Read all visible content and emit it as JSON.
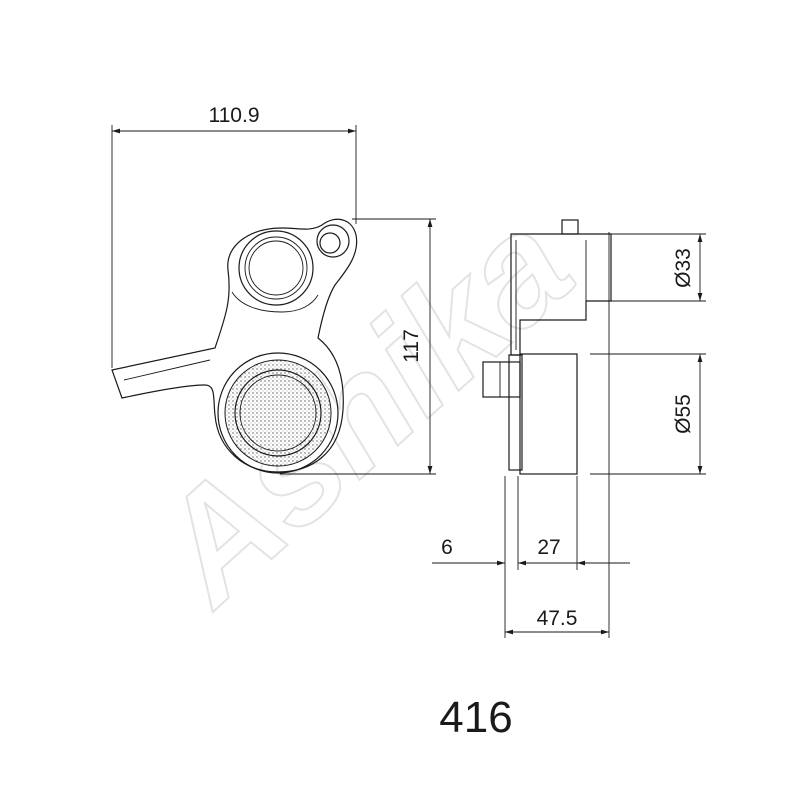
{
  "watermark": "Ashika",
  "dimensions": {
    "width_overall": "110.9",
    "height_overall": "117",
    "diameter_small": "Ø33",
    "diameter_large": "Ø55",
    "offset": "6",
    "pulley_width": "27",
    "total_depth": "47.5"
  },
  "part_number": "416",
  "colors": {
    "line": "#1a1a1a",
    "watermark": "#e3e3e3",
    "background": "#ffffff"
  }
}
